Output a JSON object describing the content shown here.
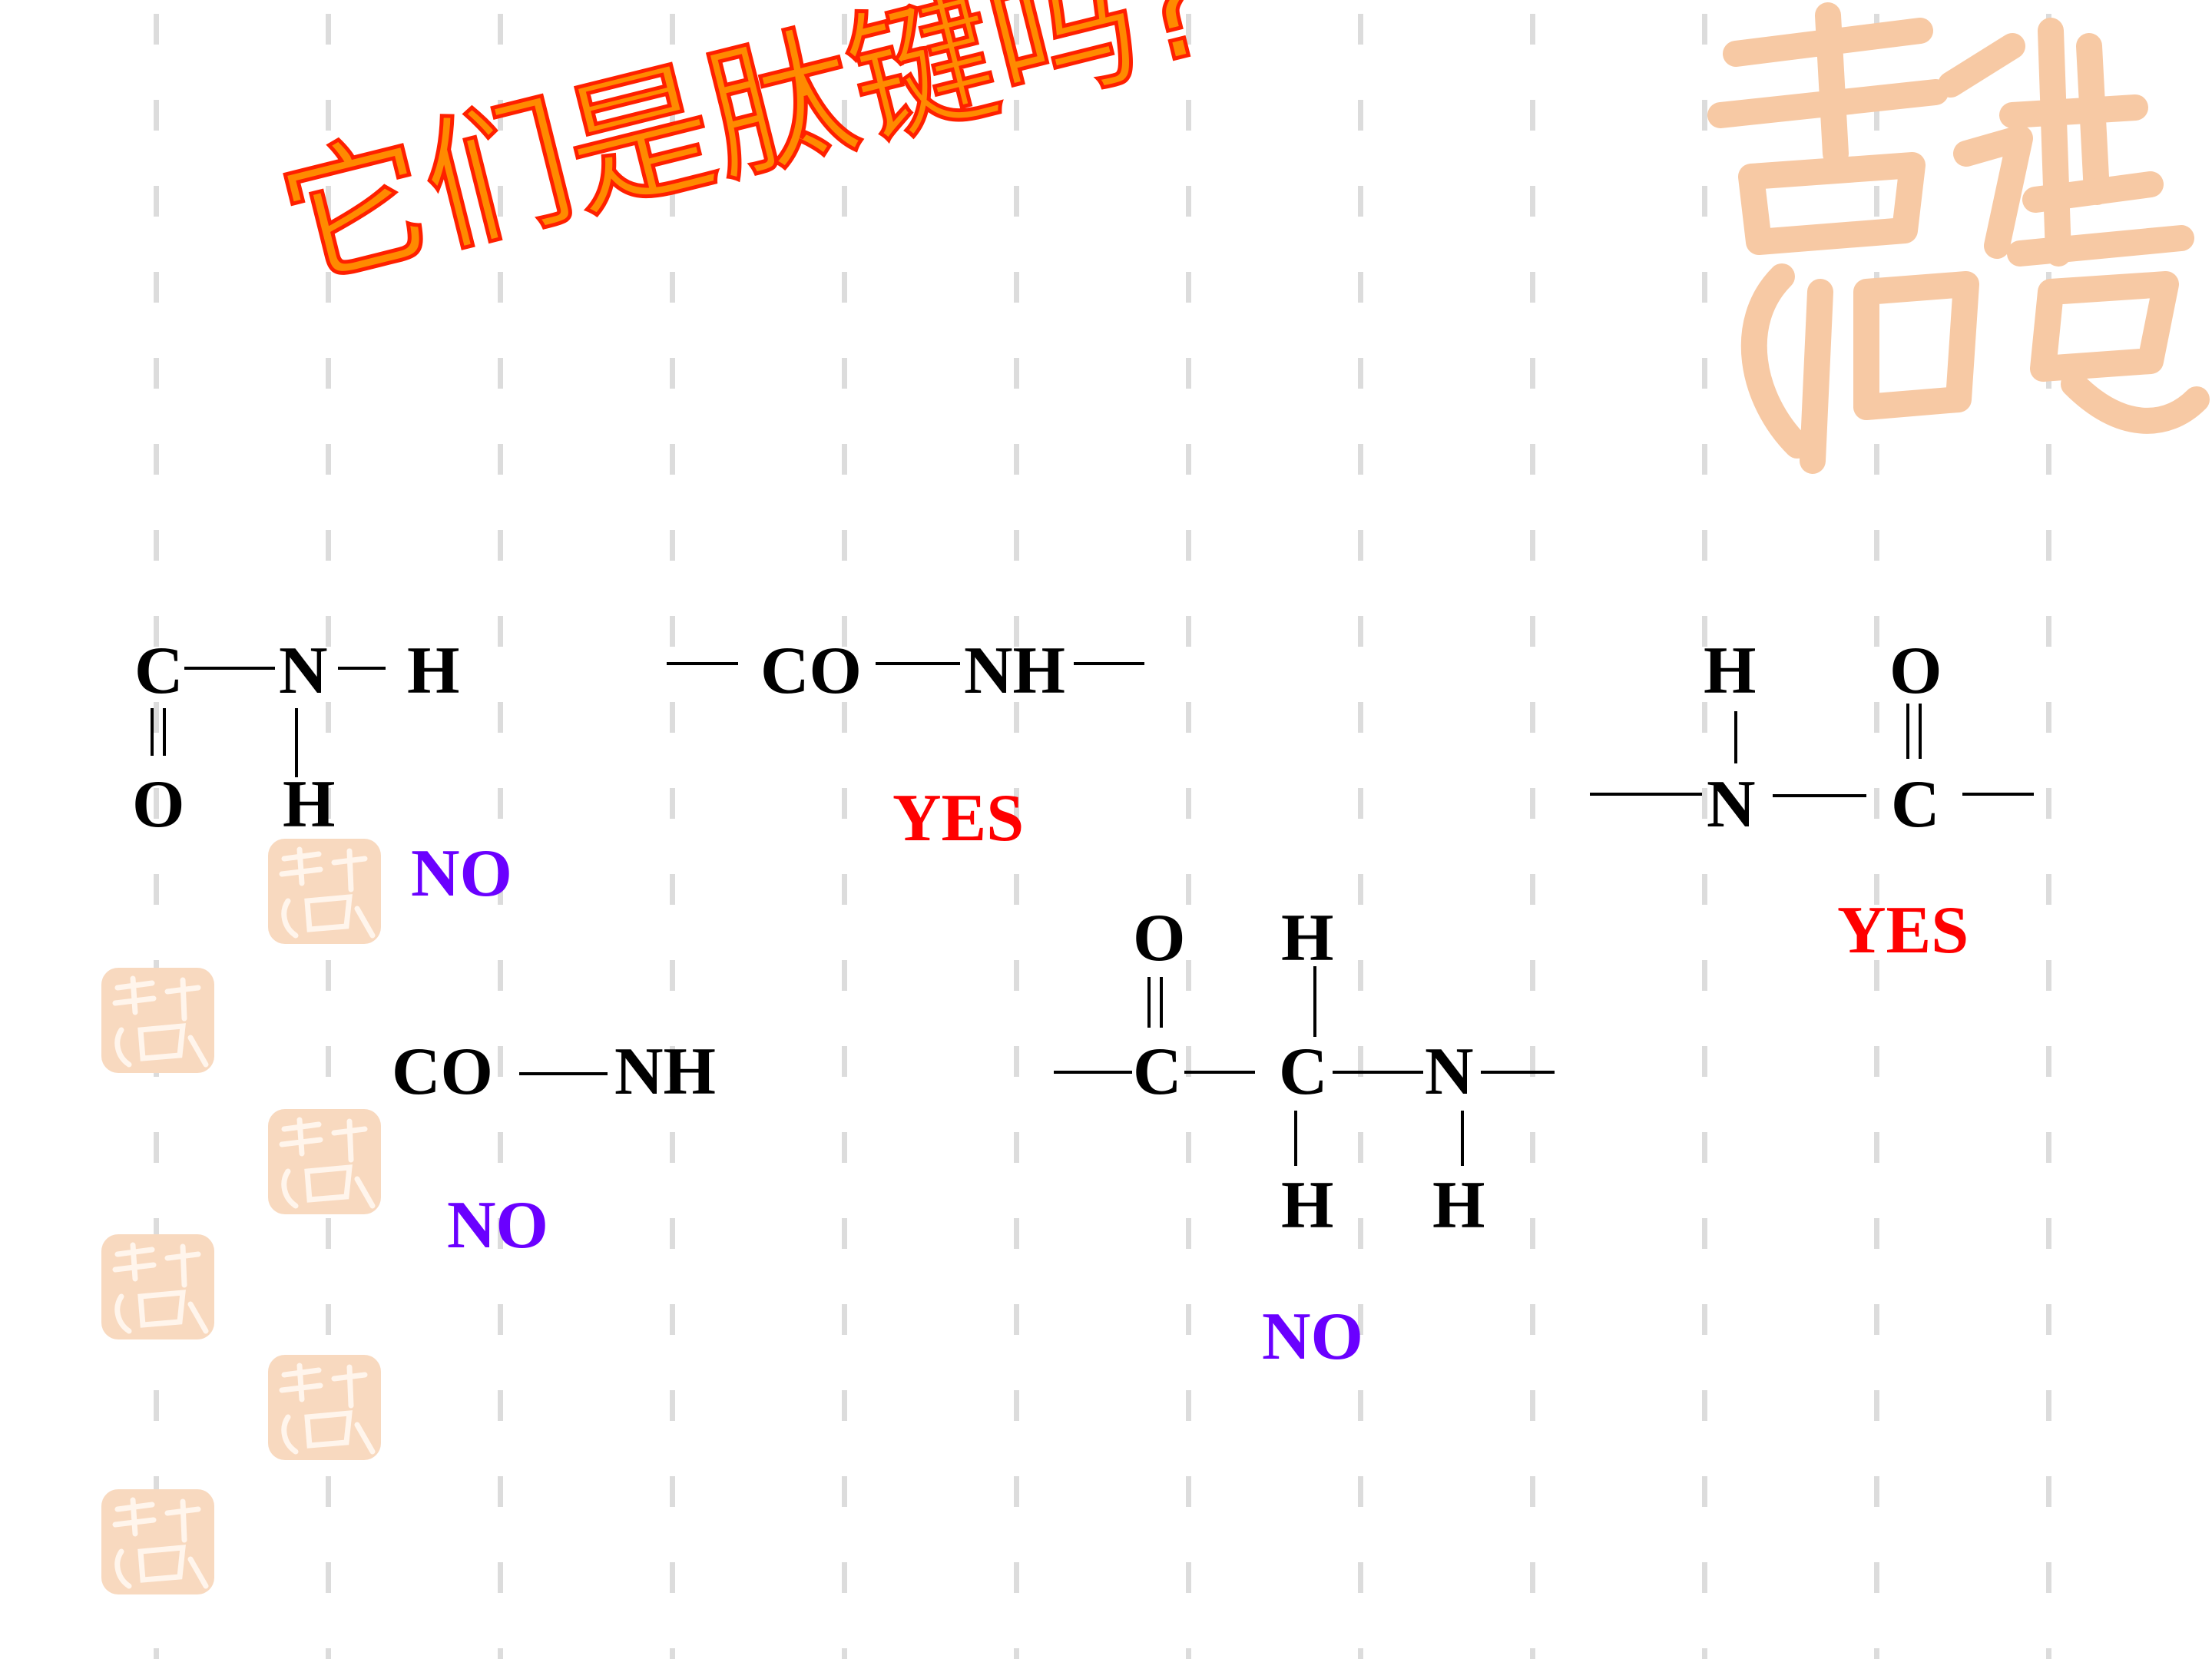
{
  "slide": {
    "title": "它们是肽键吗?",
    "colors": {
      "title_fill": "#ff8a00",
      "title_stroke": "#ff2000",
      "no_color": "#6a00ff",
      "yes_color": "#ff0000",
      "seal_color": "#f7c9a4"
    },
    "decor_icons": [
      "seal-stamp-icon",
      "vertical-dash-grid-icon"
    ]
  },
  "formula1": {
    "c": "C",
    "n": "N",
    "h": "H",
    "o": "O",
    "h2": "H",
    "answer": "NO"
  },
  "formula2": {
    "co": "CO",
    "nh": "NH",
    "answer": "YES"
  },
  "formula3": {
    "h": "H",
    "o": "O",
    "n": "N",
    "c": "C",
    "answer": "YES"
  },
  "formula4": {
    "co": "CO",
    "nh": "NH",
    "answer": "NO"
  },
  "formula5": {
    "o": "O",
    "h_top": "H",
    "c1": "C",
    "c2": "C",
    "n": "N",
    "h_bottom1": "H",
    "h_bottom2": "H",
    "answer": "NO"
  }
}
